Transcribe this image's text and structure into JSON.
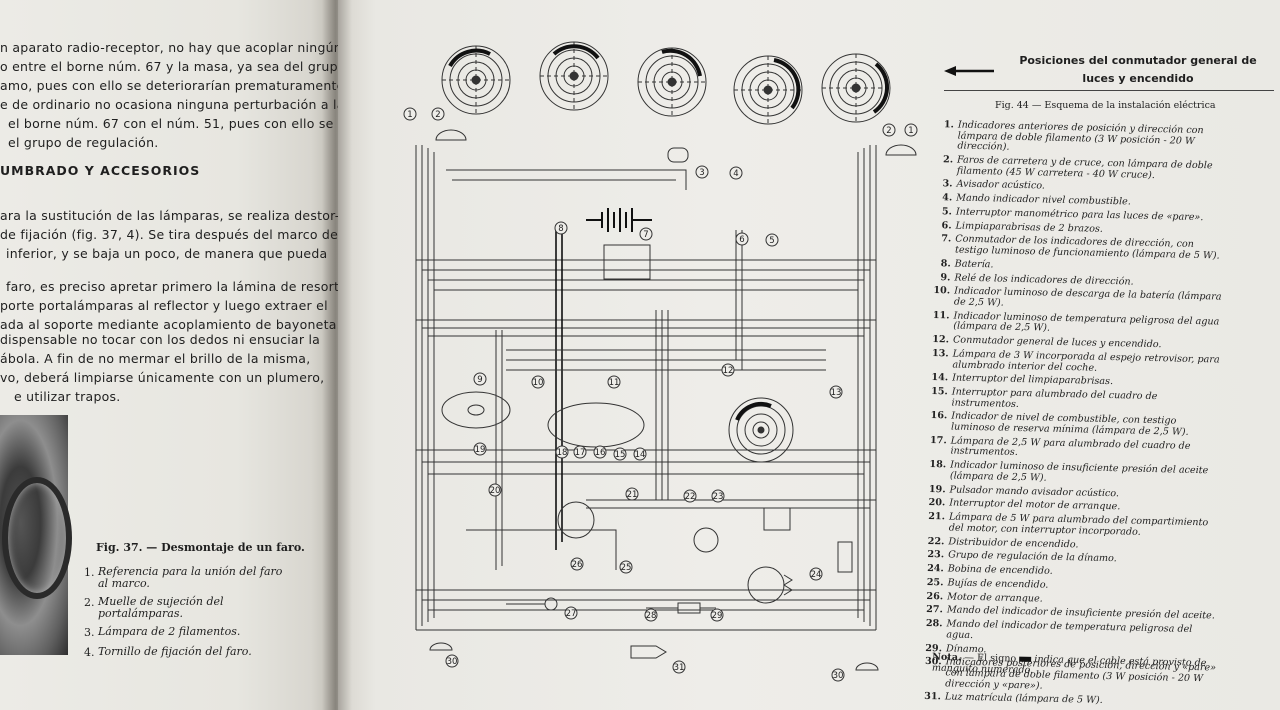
{
  "left_page": {
    "paragraph_1": [
      "n aparato radio-receptor, no hay que acoplar ningún",
      "o entre el borne núm. 67 y la masa, ya sea del grupo",
      "amo, pues con ello se deteriorarían prematuramente",
      "e de ordinario no ocasiona ninguna perturbación a la",
      "el borne núm. 67 con el núm. 51, pues con ello se",
      "el grupo de regulación."
    ],
    "section_heading": "UMBRADO Y ACCESORIOS",
    "paragraph_2": [
      "ara la sustitución de las lámparas, se realiza destor-",
      "de fijación (fig. 37, 4). Se tira después del marco del",
      "inferior, y se baja un poco, de manera que pueda"
    ],
    "paragraph_3": [
      "faro, es preciso apretar primero la lámina de resorte",
      "porte portalámparas al reflector y luego extraer el",
      "ada al soporte mediante acoplamiento de bayoneta."
    ],
    "paragraph_4": [
      "dispensable no tocar con los dedos ni ensuciar la",
      "ábola. A fin de no mermar el brillo de la misma,",
      "vo, deberá limpiarse únicamente con un plumero,",
      "e utilizar trapos."
    ],
    "figure_37": {
      "caption": "Fig. 37. — Desmontaje de un faro.",
      "items": [
        {
          "n": "1.",
          "text": "Referencia para la unión del faro al marco."
        },
        {
          "n": "2.",
          "text": "Muelle de sujeción del portalámparas."
        },
        {
          "n": "3.",
          "text": "Lámpara de 2 filamentos."
        },
        {
          "n": "4.",
          "text": "Tornillo de fijación del faro."
        }
      ]
    }
  },
  "right_page": {
    "positions_title": "Posiciones del conmutador general de luces y encendido",
    "figure_44_caption": "Fig. 44 — Esquema de la instalación eléctrica",
    "legend": [
      {
        "n": "1.",
        "text": "Indicadores anteriores de posición y dirección con lámpara de doble filamento (3 W posición - 20 W dirección)."
      },
      {
        "n": "2.",
        "text": "Faros de carretera y de cruce, con lámpara de doble filamento (45 W carretera - 40 W cruce)."
      },
      {
        "n": "3.",
        "text": "Avisador acústico."
      },
      {
        "n": "4.",
        "text": "Mando indicador nivel combustible."
      },
      {
        "n": "5.",
        "text": "Interruptor manométrico para las luces de «pare»."
      },
      {
        "n": "6.",
        "text": "Limpiaparabrisas de 2 brazos."
      },
      {
        "n": "7.",
        "text": "Conmutador de los indicadores de dirección, con testigo luminoso de funcionamiento (lámpara de 5 W)."
      },
      {
        "n": "8.",
        "text": "Batería."
      },
      {
        "n": "9.",
        "text": "Relé de los indicadores de dirección."
      },
      {
        "n": "10.",
        "text": "Indicador luminoso de descarga de la batería (lámpara de 2,5 W)."
      },
      {
        "n": "11.",
        "text": "Indicador luminoso de temperatura peligrosa del agua (lámpara de 2,5 W)."
      },
      {
        "n": "12.",
        "text": "Conmutador general de luces y encendido."
      },
      {
        "n": "13.",
        "text": "Lámpara de 3 W incorporada al espejo retrovisor, para alumbrado interior del coche."
      },
      {
        "n": "14.",
        "text": "Interruptor del limpiaparabrisas."
      },
      {
        "n": "15.",
        "text": "Interruptor para alumbrado del cuadro de instrumentos."
      },
      {
        "n": "16.",
        "text": "Indicador de nivel de combustible, con testigo luminoso de reserva mínima (lámpara de 2,5 W)."
      },
      {
        "n": "17.",
        "text": "Lámpara de 2,5 W para alumbrado del cuadro de instrumentos."
      },
      {
        "n": "18.",
        "text": "Indicador luminoso de insuficiente presión del aceite (lámpara de 2,5 W)."
      },
      {
        "n": "19.",
        "text": "Pulsador mando avisador acústico."
      },
      {
        "n": "20.",
        "text": "Interruptor del motor de arranque."
      },
      {
        "n": "21.",
        "text": "Lámpara de 5 W para alumbrado del compartimiento del motor, con interruptor incorporado."
      },
      {
        "n": "22.",
        "text": "Distribuidor de encendido."
      },
      {
        "n": "23.",
        "text": "Grupo de regulación de la dínamo."
      },
      {
        "n": "24.",
        "text": "Bobina de encendido."
      },
      {
        "n": "25.",
        "text": "Bujías de encendido."
      },
      {
        "n": "26.",
        "text": "Motor de arranque."
      },
      {
        "n": "27.",
        "text": "Mando del indicador de insuficiente presión del aceite."
      },
      {
        "n": "28.",
        "text": "Mando del indicador de temperatura peligrosa del agua."
      },
      {
        "n": "29.",
        "text": "Dínamo."
      },
      {
        "n": "30.",
        "text": "Indicadores posteriores de posición, dirección y «pare» con lámpara de doble filamento (3 W posición - 20 W dirección y «pare»)."
      },
      {
        "n": "31.",
        "text": "Luz matrícula (lámpara de 5 W)."
      }
    ],
    "nota": {
      "label": "Nota.",
      "before": "— El signo",
      "after": "indica que el cable está provisto de manguito numerado."
    },
    "diagram_labels": [
      "1",
      "1",
      "2",
      "2",
      "3",
      "4",
      "5",
      "6",
      "7",
      "8",
      "9",
      "10",
      "11",
      "12",
      "13",
      "14",
      "15",
      "16",
      "17",
      "18",
      "19",
      "20",
      "21",
      "22",
      "23",
      "24",
      "25",
      "26",
      "27",
      "28",
      "29",
      "30",
      "30",
      "31"
    ]
  }
}
